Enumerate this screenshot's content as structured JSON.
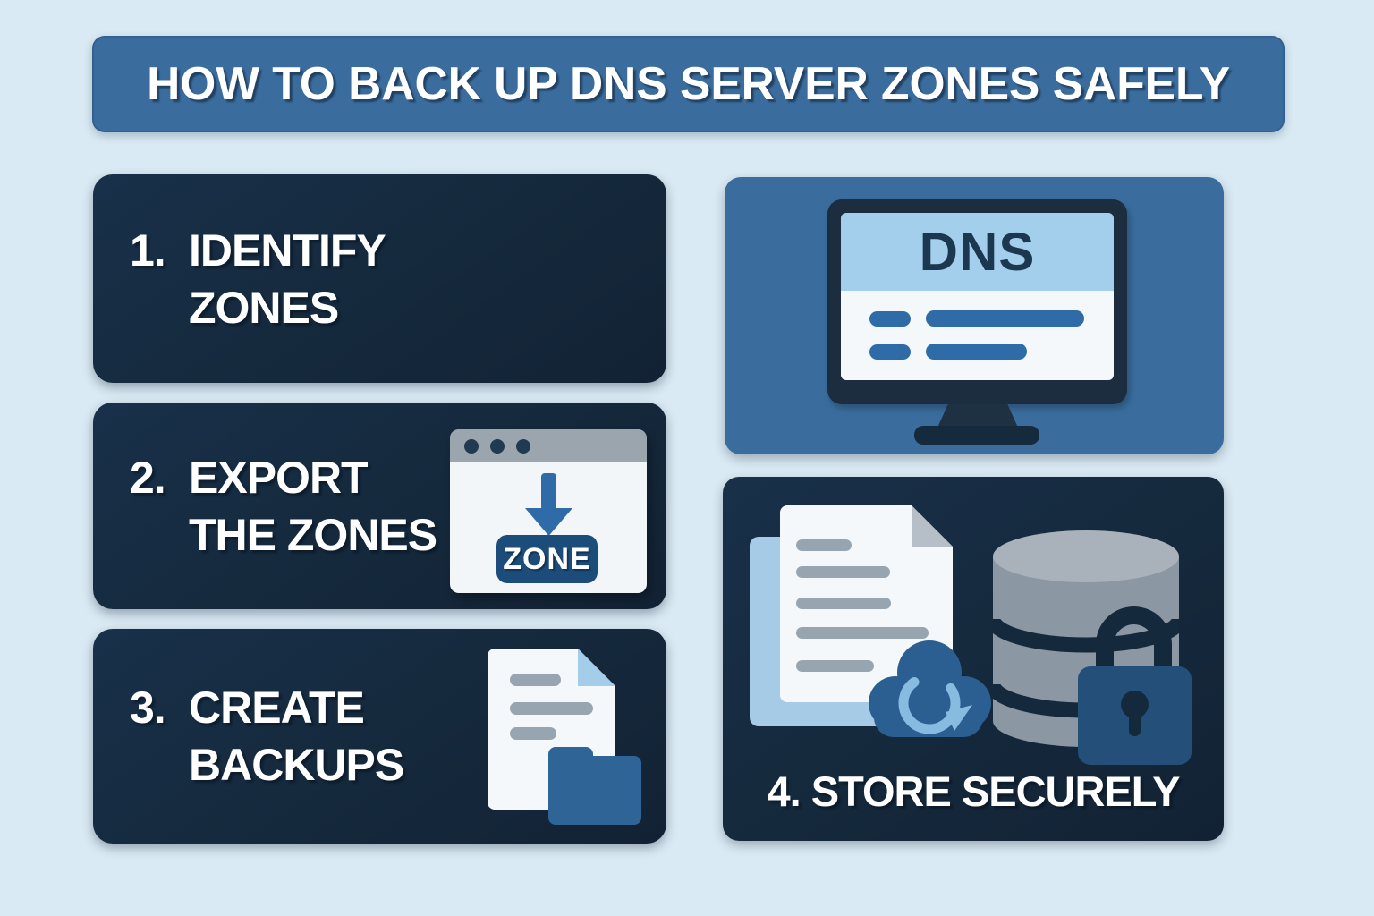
{
  "title": "HOW TO BACK UP DNS SERVER ZONES SAFELY",
  "steps": [
    {
      "number": "1.",
      "line1": "IDENTIFY",
      "line2": "ZONES"
    },
    {
      "number": "2.",
      "line1": "EXPORT",
      "line2": "THE ZONES"
    },
    {
      "number": "3.",
      "line1": "CREATE",
      "line2": "BACKUPS"
    }
  ],
  "export_icon": {
    "badge": "ZONE"
  },
  "dns_panel": {
    "screen_title": "DNS"
  },
  "store_panel": {
    "caption": "4. STORE SECURELY"
  },
  "colors": {
    "background": "#d9eaf4",
    "banner_blue": "#3a6d9e",
    "panel_blue": "#3a6d9e",
    "box_navy": "#15293c",
    "accent_blue": "#2f6ba6",
    "badge_navy": "#1c4d7a",
    "light_blue": "#a3cfec",
    "screen_white": "#f5f8fa",
    "cloud_blue": "#2b5f92",
    "sync_light": "#88bbe0",
    "lock_blue": "#234f79",
    "folder_blue": "#2f6496",
    "db_gray": "#8b97a3"
  }
}
